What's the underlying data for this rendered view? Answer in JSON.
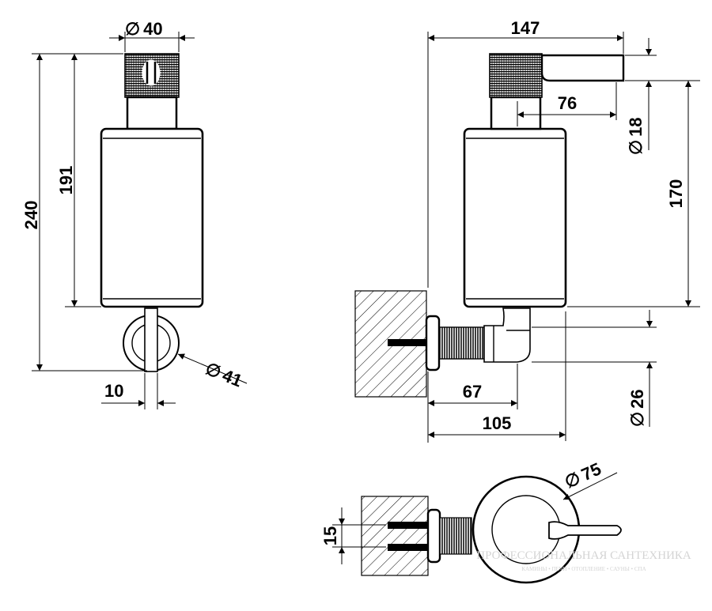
{
  "dimensions": {
    "front": {
      "nozzle_diameter": "40",
      "overall_height": "240",
      "height_to_bracket": "191",
      "bracket_width": "10",
      "ring_diameter": "41",
      "diameter_symbol": "∅"
    },
    "side": {
      "overall_depth": "147",
      "spout_length": "76",
      "spout_diameter": "18",
      "body_height": "170",
      "to_body_center": "67",
      "to_body_front": "105",
      "rosette_diameter": "26"
    },
    "top": {
      "ring_diameter": "75",
      "screw_spacing": "15"
    }
  },
  "watermark": {
    "title": "ПРОФЕССИОНАЛЬНАЯ САНТЕХНИКА",
    "subtitle": "КАМИНЫ • ПЕЧИ • ОТОПЛЕНИЕ • САУНЫ • СПА"
  }
}
